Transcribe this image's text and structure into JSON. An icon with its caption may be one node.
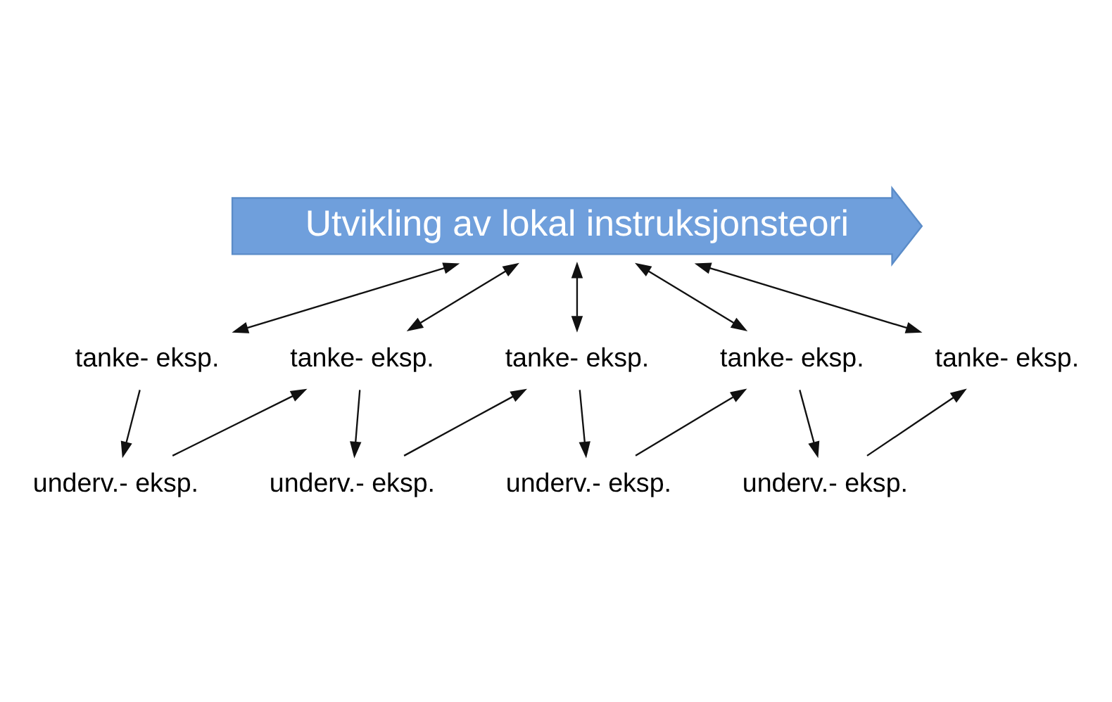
{
  "diagram": {
    "nodes": [
      {
        "text": [
          "Utvikling av lokal instruksjonsteori"
        ]
      },
      {
        "text": [
          "tanke- eksp."
        ]
      },
      {
        "text": [
          "tanke- eksp."
        ]
      },
      {
        "text": [
          "tanke- eksp."
        ]
      },
      {
        "text": [
          "tanke- eksp."
        ]
      },
      {
        "text": [
          "tanke- eksp."
        ]
      },
      {
        "text": [
          "underv.- eksp."
        ]
      },
      {
        "text": [
          "underv.- eksp."
        ]
      },
      {
        "text": [
          "underv.- eksp."
        ]
      },
      {
        "text": [
          "underv.- eksp."
        ]
      }
    ],
    "edges": [
      {
        "from": 0,
        "to": 1,
        "arrow": "both"
      },
      {
        "from": 0,
        "to": 2,
        "arrow": "both"
      },
      {
        "from": 0,
        "to": 3,
        "arrow": "both"
      },
      {
        "from": 0,
        "to": 4,
        "arrow": "both"
      },
      {
        "from": 0,
        "to": 5,
        "arrow": "both"
      },
      {
        "from": 1,
        "to": 6,
        "arrow": "to"
      },
      {
        "from": 6,
        "to": 2,
        "arrow": "to"
      },
      {
        "from": 2,
        "to": 7,
        "arrow": "to"
      },
      {
        "from": 7,
        "to": 3,
        "arrow": "to"
      },
      {
        "from": 3,
        "to": 8,
        "arrow": "to"
      },
      {
        "from": 8,
        "to": 4,
        "arrow": "to"
      },
      {
        "from": 4,
        "to": 9,
        "arrow": "to"
      },
      {
        "from": 9,
        "to": 5,
        "arrow": "to"
      }
    ]
  }
}
